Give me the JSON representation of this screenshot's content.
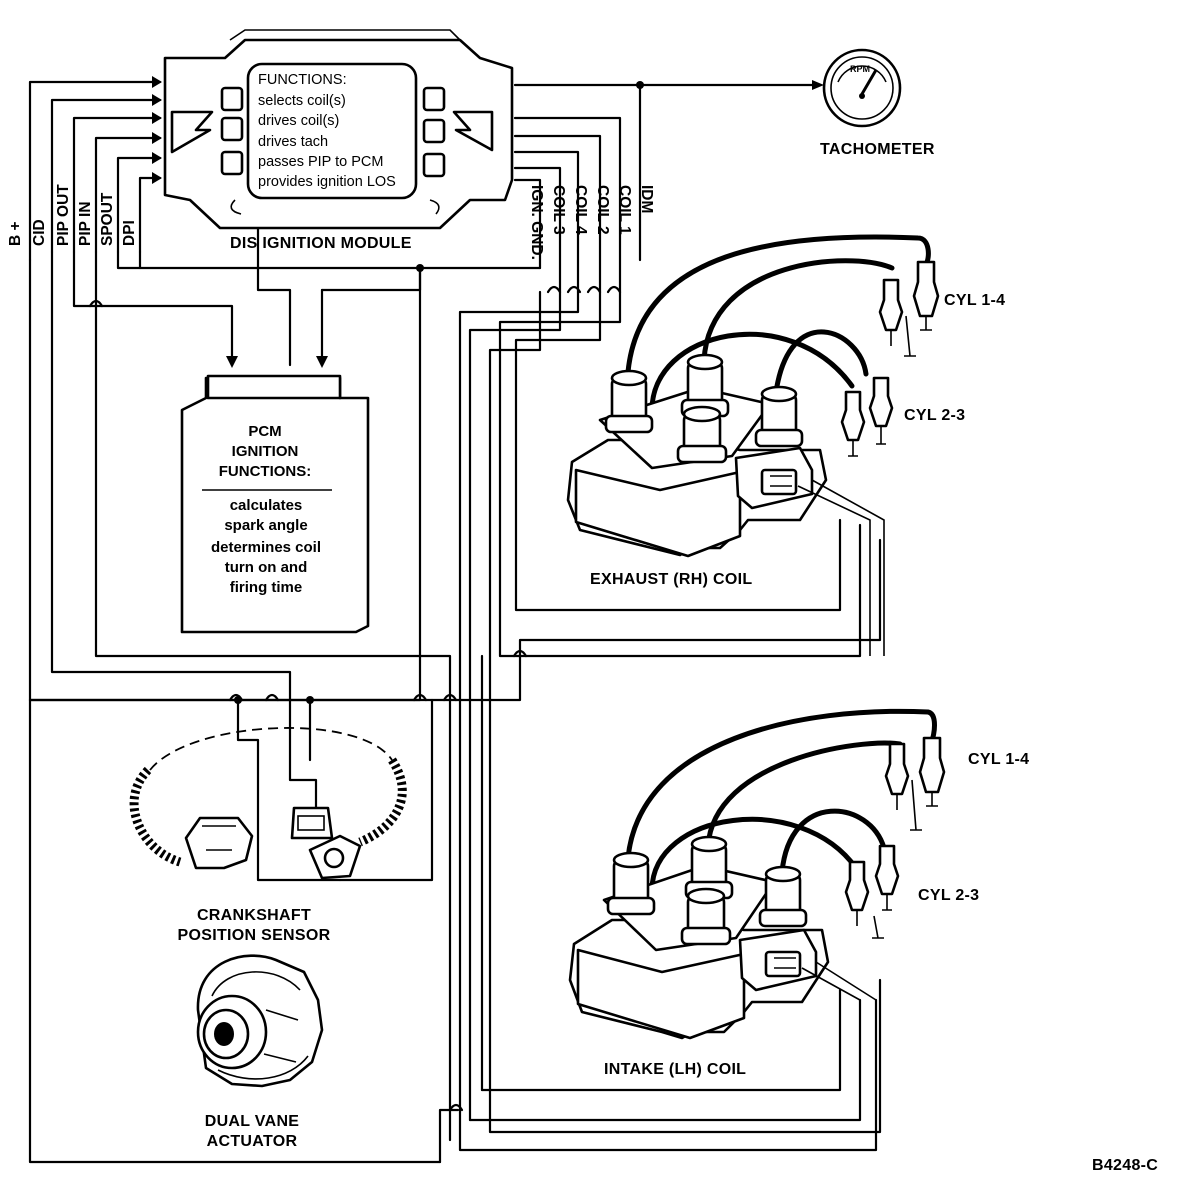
{
  "module": {
    "title": "DIS IGNITION MODULE",
    "functions": [
      "FUNCTIONS:",
      "selects coil(s)",
      "drives coil(s)",
      "drives tach",
      "passes PIP to PCM",
      "provides ignition LOS"
    ]
  },
  "tachometer": {
    "label": "TACHOMETER",
    "dial_label": "RPM"
  },
  "pins_left": [
    "B +",
    "CID",
    "PIP OUT",
    "PIP IN",
    "SPOUT",
    "DPI"
  ],
  "pins_right": [
    "IGN. GND.",
    "COIL 3",
    "COIL 4",
    "COIL 2",
    "COIL 1",
    "IDM"
  ],
  "pcm": {
    "header": [
      "PCM",
      "IGNITION",
      "FUNCTIONS:"
    ],
    "items": [
      "calculates",
      "spark angle",
      "determines coil",
      "turn on and",
      "firing time"
    ]
  },
  "exhaust_coil": {
    "label": "EXHAUST (RH) COIL",
    "cyl_a": "CYL 1-4",
    "cyl_b": "CYL 2-3"
  },
  "intake_coil": {
    "label": "INTAKE (LH) COIL",
    "cyl_a": "CYL 1-4",
    "cyl_b": "CYL 2-3"
  },
  "sensor": {
    "label_line1": "CRANKSHAFT",
    "label_line2": "POSITION SENSOR"
  },
  "actuator": {
    "label_line1": "DUAL VANE",
    "label_line2": "ACTUATOR"
  },
  "figure_code": "B4248-C"
}
